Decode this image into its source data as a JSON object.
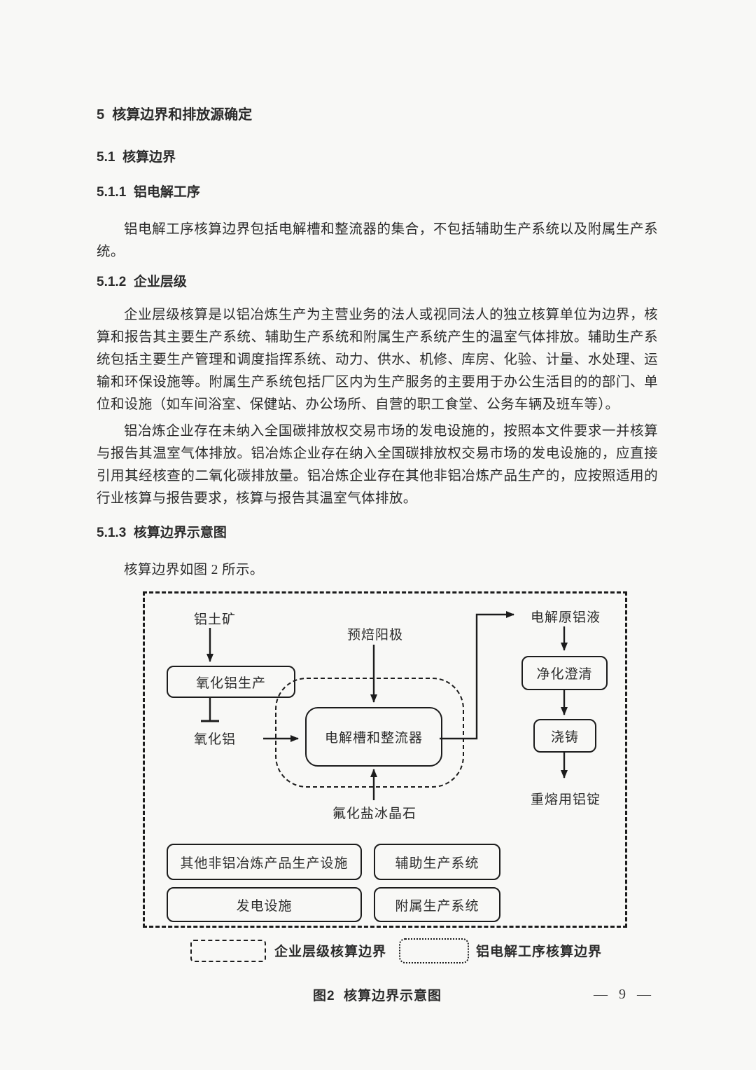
{
  "page": {
    "headings": {
      "s5": "5  核算边界和排放源确定",
      "s5_1": "5.1  核算边界",
      "s5_1_1": "5.1.1  铝电解工序",
      "s5_1_2": "5.1.2  企业层级",
      "s5_1_3": "5.1.3  核算边界示意图"
    },
    "paragraphs": {
      "p_5_1_1": "铝电解工序核算边界包括电解槽和整流器的集合，不包括辅助生产系统以及附属生产系统。",
      "p_5_1_2_a": "企业层级核算是以铝冶炼生产为主营业务的法人或视同法人的独立核算单位为边界，核算和报告其主要生产系统、辅助生产系统和附属生产系统产生的温室气体排放。辅助生产系统包括主要生产管理和调度指挥系统、动力、供水、机修、库房、化验、计量、水处理、运输和环保设施等。附属生产系统包括厂区内为生产服务的主要用于办公生活目的的部门、单位和设施（如车间浴室、保健站、办公场所、自营的职工食堂、公务车辆及班车等）。",
      "p_5_1_2_b": "铝冶炼企业存在未纳入全国碳排放权交易市场的发电设施的，按照本文件要求一并核算与报告其温室气体排放。铝冶炼企业存在纳入全国碳排放权交易市场的发电设施的，应直接引用其经核查的二氧化碳排放量。铝冶炼企业存在其他非铝冶炼产品生产的，应按照适用的行业核算与报告要求，核算与报告其温室气体排放。",
      "p_5_1_3": "核算边界如图 2 所示。"
    },
    "figure": {
      "nodes": {
        "bauxite": "铝土矿",
        "alumina_production": "氧化铝生产",
        "alumina": "氧化铝",
        "prebaked_anode": "预焙阳极",
        "electrolytic_cell_rectifier": "电解槽和整流器",
        "fluoride_salt_cryolite": "氟化盐冰晶石",
        "electrolytic_raw_aluminum": "电解原铝液",
        "purification_clarification": "净化澄清",
        "casting": "浇铸",
        "remelting_aluminum_ingot": "重熔用铝锭",
        "other_non_aluminum_facilities": "其他非铝冶炼产品生产设施",
        "auxiliary_production_system": "辅助生产系统",
        "power_generation_facility": "发电设施",
        "attached_production_system": "附属生产系统"
      },
      "legend": {
        "enterprise_boundary": "企业层级核算边界",
        "electrolysis_boundary": "铝电解工序核算边界"
      },
      "caption": "图2  核算边界示意图"
    },
    "footer": {
      "dash_left": "—",
      "page_number": "9",
      "dash_right": "—"
    },
    "colors": {
      "text": "#2b2b2b",
      "line": "#1c1c1c",
      "background": "#f8f8f6"
    }
  }
}
